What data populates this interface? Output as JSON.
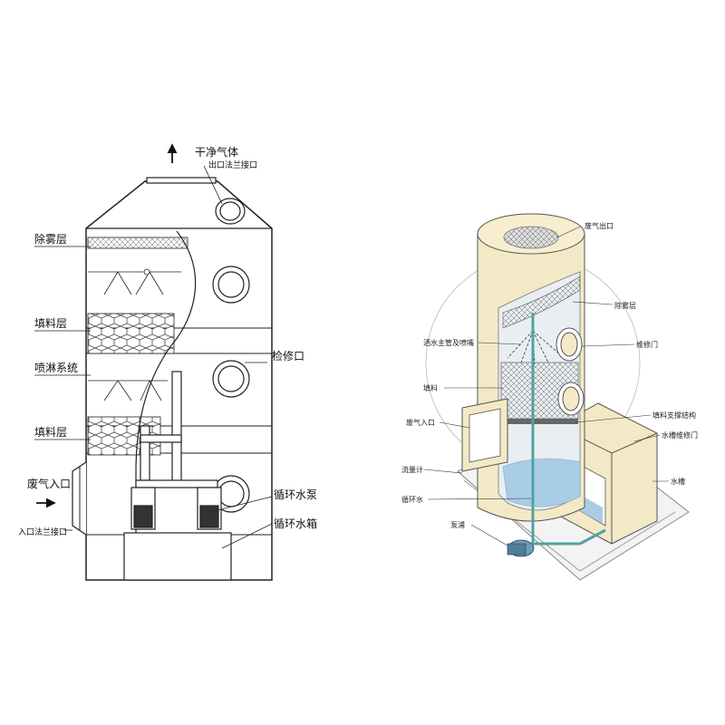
{
  "left_diagram": {
    "labels": {
      "clean_gas": "干净气体",
      "outlet_flange": "出口法兰接口",
      "demister_layer": "除雾层",
      "packing_layer_upper": "填料层",
      "spray_system": "喷淋系统",
      "packing_layer_lower": "填料层",
      "inspection_port": "检修口",
      "waste_gas_inlet": "废气入口",
      "inlet_flange": "入口法兰接口",
      "circulation_pump": "循环水泵",
      "circulation_tank": "循环水箱"
    }
  },
  "right_diagram": {
    "labels": {
      "waste_gas_outlet": "废气出口",
      "demister_layer": "除雾层",
      "spray_main_pipe_nozzle": "洒水主管及喷嘴",
      "maintenance_door": "维修门",
      "packing": "填料",
      "packing_support": "填料支撑结构",
      "waste_gas_inlet": "废气入口",
      "tank_maintenance_door": "水槽维修门",
      "flow_meter": "流量计",
      "water_tank": "水槽",
      "circulating_water": "循环水",
      "pump": "泵浦"
    }
  },
  "colors": {
    "line": "#222222",
    "tower_body": "#f3e9c6",
    "tower_shadow": "#e2d3a1",
    "water": "#a9cde6",
    "pipe": "#4fa3a0"
  }
}
